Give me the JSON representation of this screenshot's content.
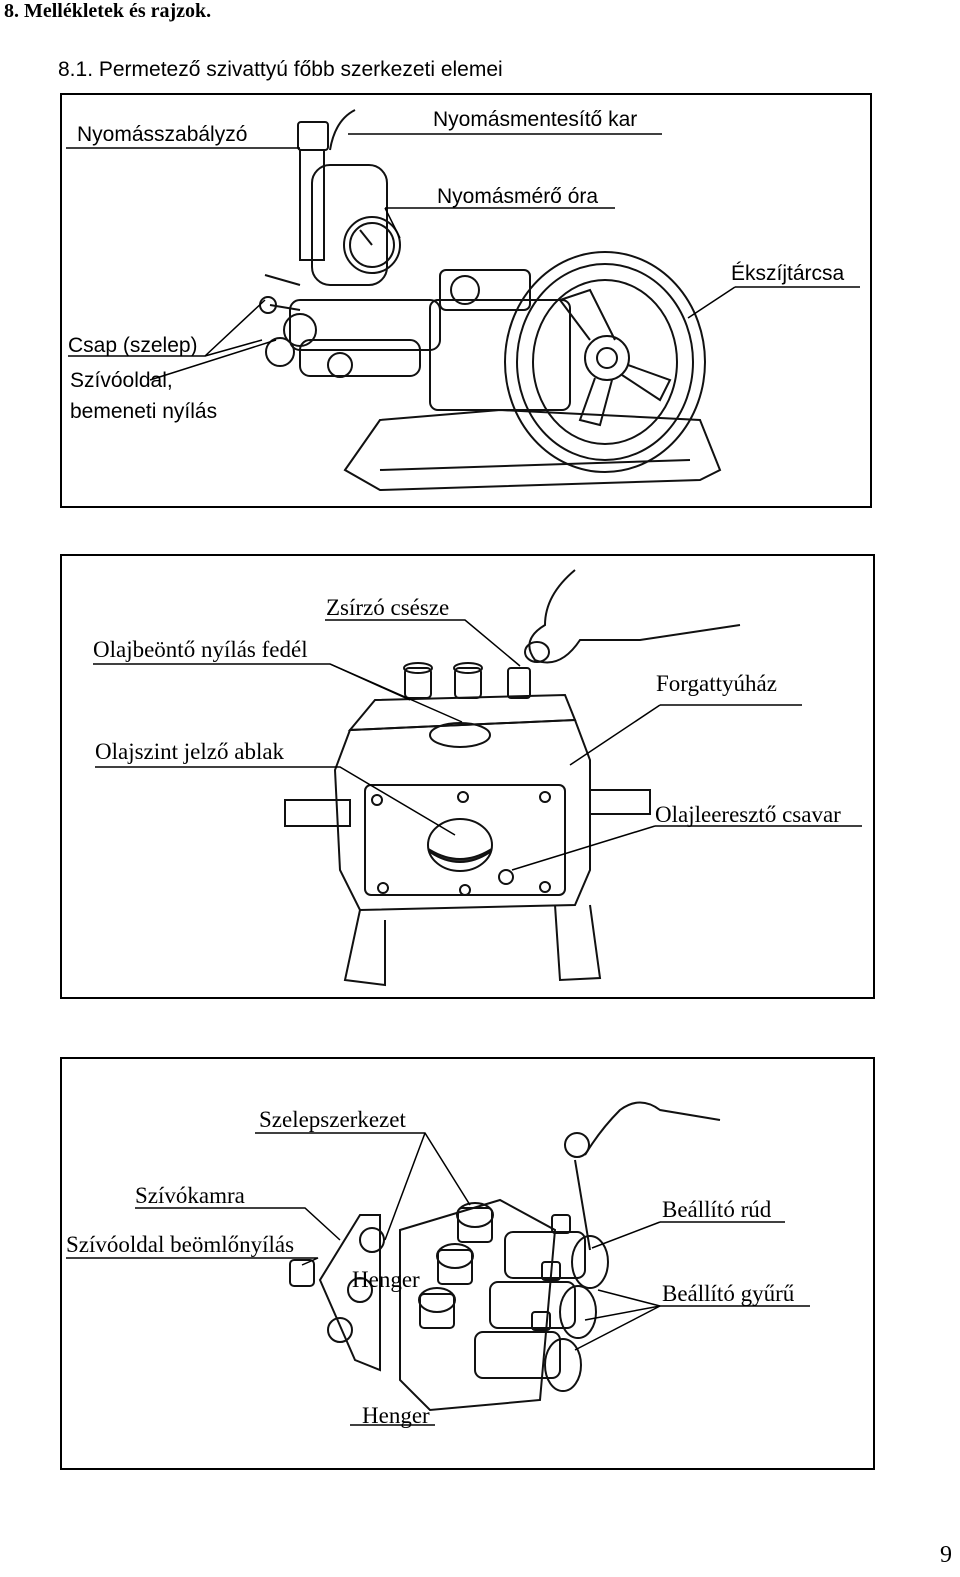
{
  "section_heading": "8. Mellékletek és rajzok.",
  "subsection_heading": "8.1.  Permetező szivattyú főbb szerkezeti elemei",
  "figure1": {
    "labels": {
      "pressure_regulator": "Nyomásszabályzó",
      "relief_lever": "Nyomásmentesítő kar",
      "pressure_gauge": "Nyomásmérő óra",
      "v_belt_pulley": "Ékszíjtárcsa",
      "valve": "Csap (szelep)",
      "suction_side_line1": "Szívóoldal,",
      "suction_side_line2": "bemeneti nyílás"
    }
  },
  "figure2": {
    "labels": {
      "grease_cup": "Zsírzó csésze",
      "oil_filler_cap": "Olajbeöntő nyílás fedél",
      "crankcase": "Forgattyúház",
      "oil_level_window": "Olajszint jelző ablak",
      "oil_drain_screw": "Olajleeresztő csavar"
    }
  },
  "figure3": {
    "labels": {
      "valve_assembly": "Szelepszerkezet",
      "suction_chamber": "Szívókamra",
      "adjusting_rod": "Beállító rúd",
      "suction_inlet": "Szívóoldal beömlőnyílás",
      "cylinder_1": "Henger",
      "adjusting_ring": "Beállító gyűrű",
      "cylinder_2": "Henger"
    }
  },
  "page_number": "9"
}
